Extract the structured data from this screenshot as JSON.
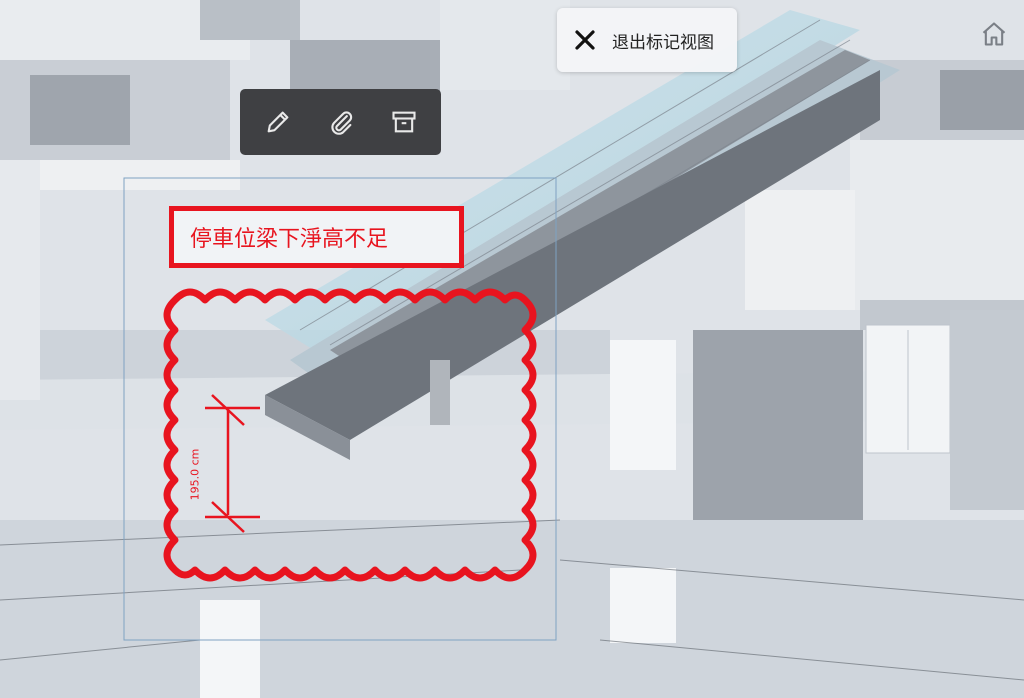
{
  "toolbar": {
    "exit_markup_label": "退出标记视图",
    "tools": [
      {
        "name": "pencil-icon"
      },
      {
        "name": "paperclip-icon"
      },
      {
        "name": "archive-icon"
      }
    ]
  },
  "home": {
    "icon": "home-icon"
  },
  "markup": {
    "label_text": "停車位梁下淨高不足",
    "dimension_text": "195.0 cm",
    "color": "#e8141f"
  },
  "colors": {
    "toolbar_bg": "#3f4043",
    "exit_bg": "#f4f5f7",
    "markup_red": "#e8141f",
    "model_gray": "#9ea3aa"
  }
}
